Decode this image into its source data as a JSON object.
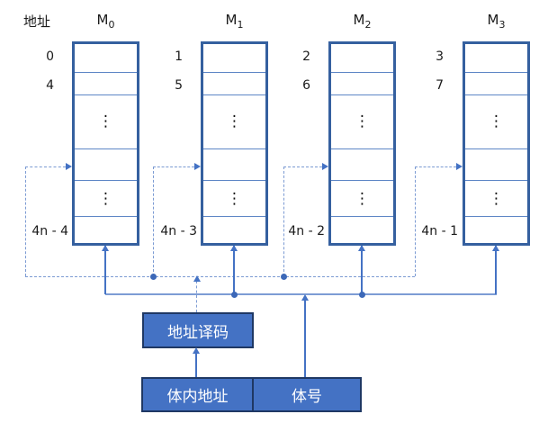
{
  "labels": {
    "address_column": "地址",
    "ellipsis": "⋮"
  },
  "banks": [
    {
      "header_base": "M",
      "header_sub": "0",
      "top_address": "0",
      "second_address": "4",
      "bottom_address": "4n - 4"
    },
    {
      "header_base": "M",
      "header_sub": "1",
      "top_address": "1",
      "second_address": "5",
      "bottom_address": "4n - 3"
    },
    {
      "header_base": "M",
      "header_sub": "2",
      "top_address": "2",
      "second_address": "6",
      "bottom_address": "4n - 2"
    },
    {
      "header_base": "M",
      "header_sub": "3",
      "top_address": "3",
      "second_address": "7",
      "bottom_address": "4n - 1"
    }
  ],
  "decoder": {
    "label": "地址译码"
  },
  "address_register": {
    "intra_bank_label": "体内地址",
    "bank_number_label": "体号"
  },
  "colors": {
    "box_fill": "#4472C4",
    "box_border": "#1F3864",
    "bank_border": "#35609F",
    "bank_inner_line": "#5E86C6",
    "solid_line": "#4472C4",
    "solid_bus": "#7D9CD4",
    "dashed_line": "#7C9BD3",
    "junction_dot": "#3C68B8",
    "box_text": "#FFFFFF",
    "diagram_text": "#1A1A1A"
  }
}
